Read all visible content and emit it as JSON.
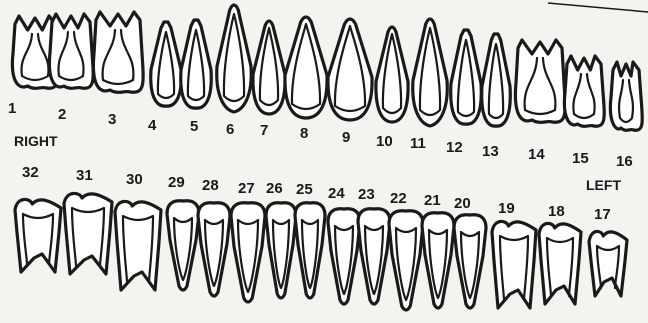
{
  "upper_teeth": [
    {
      "num": "1",
      "kind": "molar"
    },
    {
      "num": "2",
      "kind": "molar"
    },
    {
      "num": "3",
      "kind": "molar"
    },
    {
      "num": "4",
      "kind": "premolar"
    },
    {
      "num": "5",
      "kind": "premolar"
    },
    {
      "num": "6",
      "kind": "canine"
    },
    {
      "num": "7",
      "kind": "incisor"
    },
    {
      "num": "8",
      "kind": "incisor"
    },
    {
      "num": "9",
      "kind": "incisor"
    },
    {
      "num": "10",
      "kind": "incisor"
    },
    {
      "num": "11",
      "kind": "canine"
    },
    {
      "num": "12",
      "kind": "premolar"
    },
    {
      "num": "13",
      "kind": "premolar"
    },
    {
      "num": "14",
      "kind": "molar"
    },
    {
      "num": "15",
      "kind": "molar"
    },
    {
      "num": "16",
      "kind": "molar"
    }
  ],
  "lower_teeth": [
    {
      "num": "32",
      "kind": "molar"
    },
    {
      "num": "31",
      "kind": "molar"
    },
    {
      "num": "30",
      "kind": "molar"
    },
    {
      "num": "29",
      "kind": "premolar"
    },
    {
      "num": "28",
      "kind": "premolar"
    },
    {
      "num": "27",
      "kind": "canine"
    },
    {
      "num": "26",
      "kind": "incisor"
    },
    {
      "num": "25",
      "kind": "incisor"
    },
    {
      "num": "24",
      "kind": "incisor"
    },
    {
      "num": "23",
      "kind": "incisor"
    },
    {
      "num": "22",
      "kind": "canine"
    },
    {
      "num": "21",
      "kind": "premolar"
    },
    {
      "num": "20",
      "kind": "premolar"
    },
    {
      "num": "19",
      "kind": "molar"
    },
    {
      "num": "18",
      "kind": "molar"
    },
    {
      "num": "17",
      "kind": "molar"
    }
  ],
  "labels": {
    "right": "RIGHT",
    "left": "LEFT"
  },
  "colors": {
    "outline": "#1a1a1a",
    "tooth_fill": "#ffffff",
    "paper": "#f4f3f0"
  }
}
